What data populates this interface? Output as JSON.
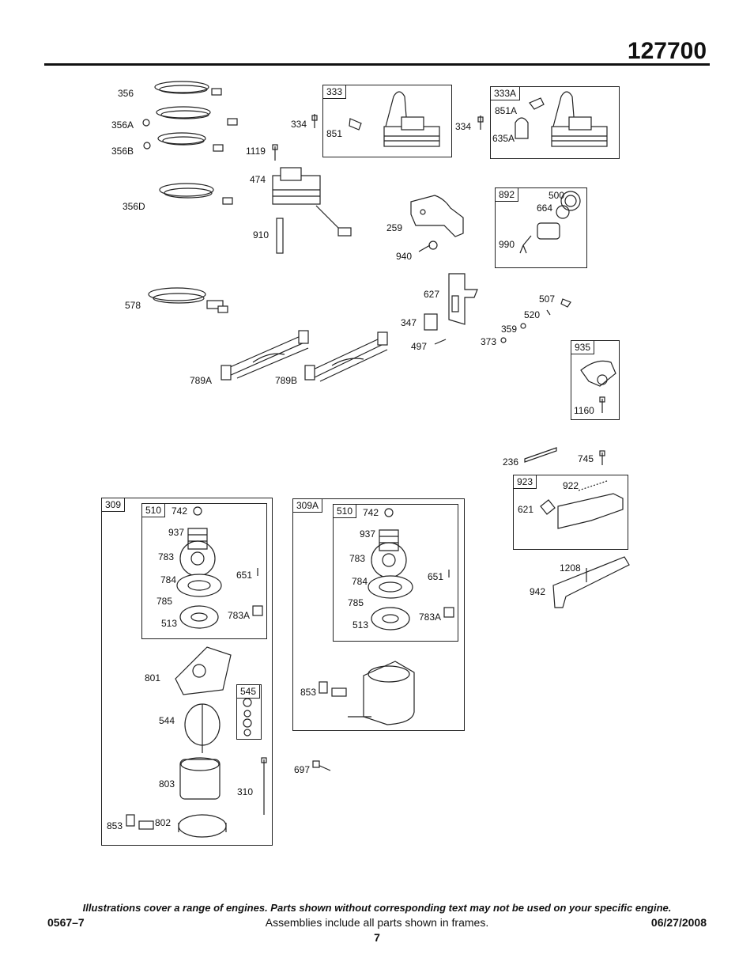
{
  "header": {
    "model": "127700"
  },
  "frames": {
    "f333": "333",
    "f333A": "333A",
    "f892": "892",
    "f935": "935",
    "f923": "923",
    "f309": "309",
    "f510a": "510",
    "f309A": "309A",
    "f510b": "510",
    "f545": "545"
  },
  "parts": {
    "p356": "356",
    "p356A": "356A",
    "p356B": "356B",
    "p356D": "356D",
    "p334a": "334",
    "p851": "851",
    "p334b": "334",
    "p851A": "851A",
    "p635A": "635A",
    "p1119": "1119",
    "p474": "474",
    "p910": "910",
    "p259": "259",
    "p940": "940",
    "p500": "500",
    "p664": "664",
    "p990": "990",
    "p578": "578",
    "p627": "627",
    "p507": "507",
    "p520": "520",
    "p359": "359",
    "p347": "347",
    "p497": "497",
    "p373": "373",
    "p1160": "1160",
    "p789A": "789A",
    "p789B": "789B",
    "p236": "236",
    "p745": "745",
    "p922": "922",
    "p621": "621",
    "p1208": "1208",
    "p942": "942",
    "p742a": "742",
    "p937a": "937",
    "p783a": "783",
    "p784a": "784",
    "p785a": "785",
    "p513a": "513",
    "p651a": "651",
    "p783Aa": "783A",
    "p801": "801",
    "p544": "544",
    "p803": "803",
    "p310": "310",
    "p853a": "853",
    "p802": "802",
    "p742b": "742",
    "p937b": "937",
    "p783b": "783",
    "p784b": "784",
    "p785b": "785",
    "p513b": "513",
    "p651b": "651",
    "p783Ab": "783A",
    "p853b": "853",
    "p697": "697"
  },
  "footer": {
    "note": "Illustrations cover a range of engines. Parts shown without corresponding text may not be used on your specific engine.",
    "code": "0567–7",
    "assemblies": "Assemblies include all parts shown in frames.",
    "date": "06/27/2008",
    "page": "7"
  }
}
